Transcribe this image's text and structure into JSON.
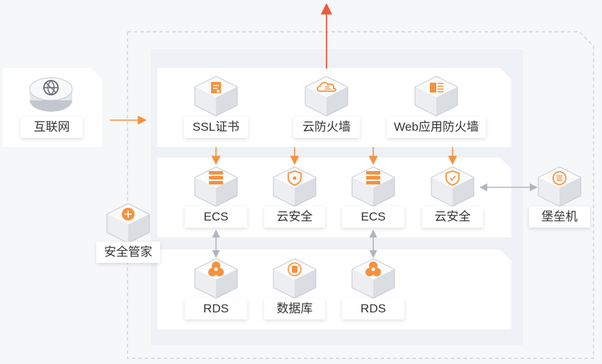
{
  "colors": {
    "accent": "#f5923e",
    "arrow_out": "#ee5a3c",
    "connector_gray": "#b8bec6",
    "layer_bg": "#ffffff",
    "outer_panel": "#eef1f5",
    "dashed_border": "#c7ccd3"
  },
  "nodes": {
    "internet": {
      "label": "互联网",
      "icon": "globe-icon"
    },
    "ssl": {
      "label": "SSL证书",
      "icon": "certificate-icon"
    },
    "cloud_firewall": {
      "label": "云防火墙",
      "icon": "cloud-firewall-icon"
    },
    "waf": {
      "label": "Web应用防火墙",
      "icon": "waf-icon"
    },
    "ecs1": {
      "label": "ECS",
      "icon": "server-icon"
    },
    "cloud_security1": {
      "label": "云安全",
      "icon": "shield-icon"
    },
    "ecs2": {
      "label": "ECS",
      "icon": "server-icon"
    },
    "cloud_security2": {
      "label": "云安全",
      "icon": "shield-icon"
    },
    "bastion": {
      "label": "堡垒机",
      "icon": "bastion-icon"
    },
    "security_manager": {
      "label": "安全管家",
      "icon": "security-manager-icon"
    },
    "rds1": {
      "label": "RDS",
      "icon": "database-cluster-icon"
    },
    "database": {
      "label": "数据库",
      "icon": "database-icon"
    },
    "rds2": {
      "label": "RDS",
      "icon": "database-cluster-icon"
    }
  }
}
